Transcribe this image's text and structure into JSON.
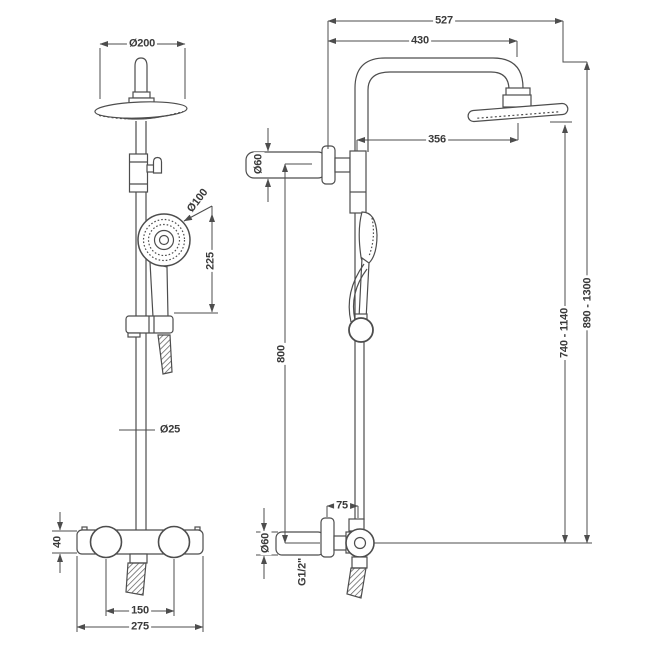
{
  "colors": {
    "line": "#4d4d4d",
    "text": "#3a3a3a",
    "background": "#ffffff"
  },
  "front_view": {
    "head_diameter": "Ø200",
    "handset_diameter": "Ø100",
    "handset_drop": "225",
    "rail_diameter": "Ø25",
    "valve_body_height": "40",
    "handle_centres": "150",
    "valve_overall_width": "275"
  },
  "side_view": {
    "overall_projection": "527",
    "head_centre_projection": "430",
    "arm_projection": "356",
    "wall_bracket_diameter": "Ø60",
    "bracket_to_valve_height": "800",
    "valve_to_head_height": "740 - 1140",
    "overall_height": "890 - 1300",
    "wall_to_rail_offset": "75",
    "valve_connector_diameter": "Ø60",
    "connection_thread": "G1/2\""
  }
}
